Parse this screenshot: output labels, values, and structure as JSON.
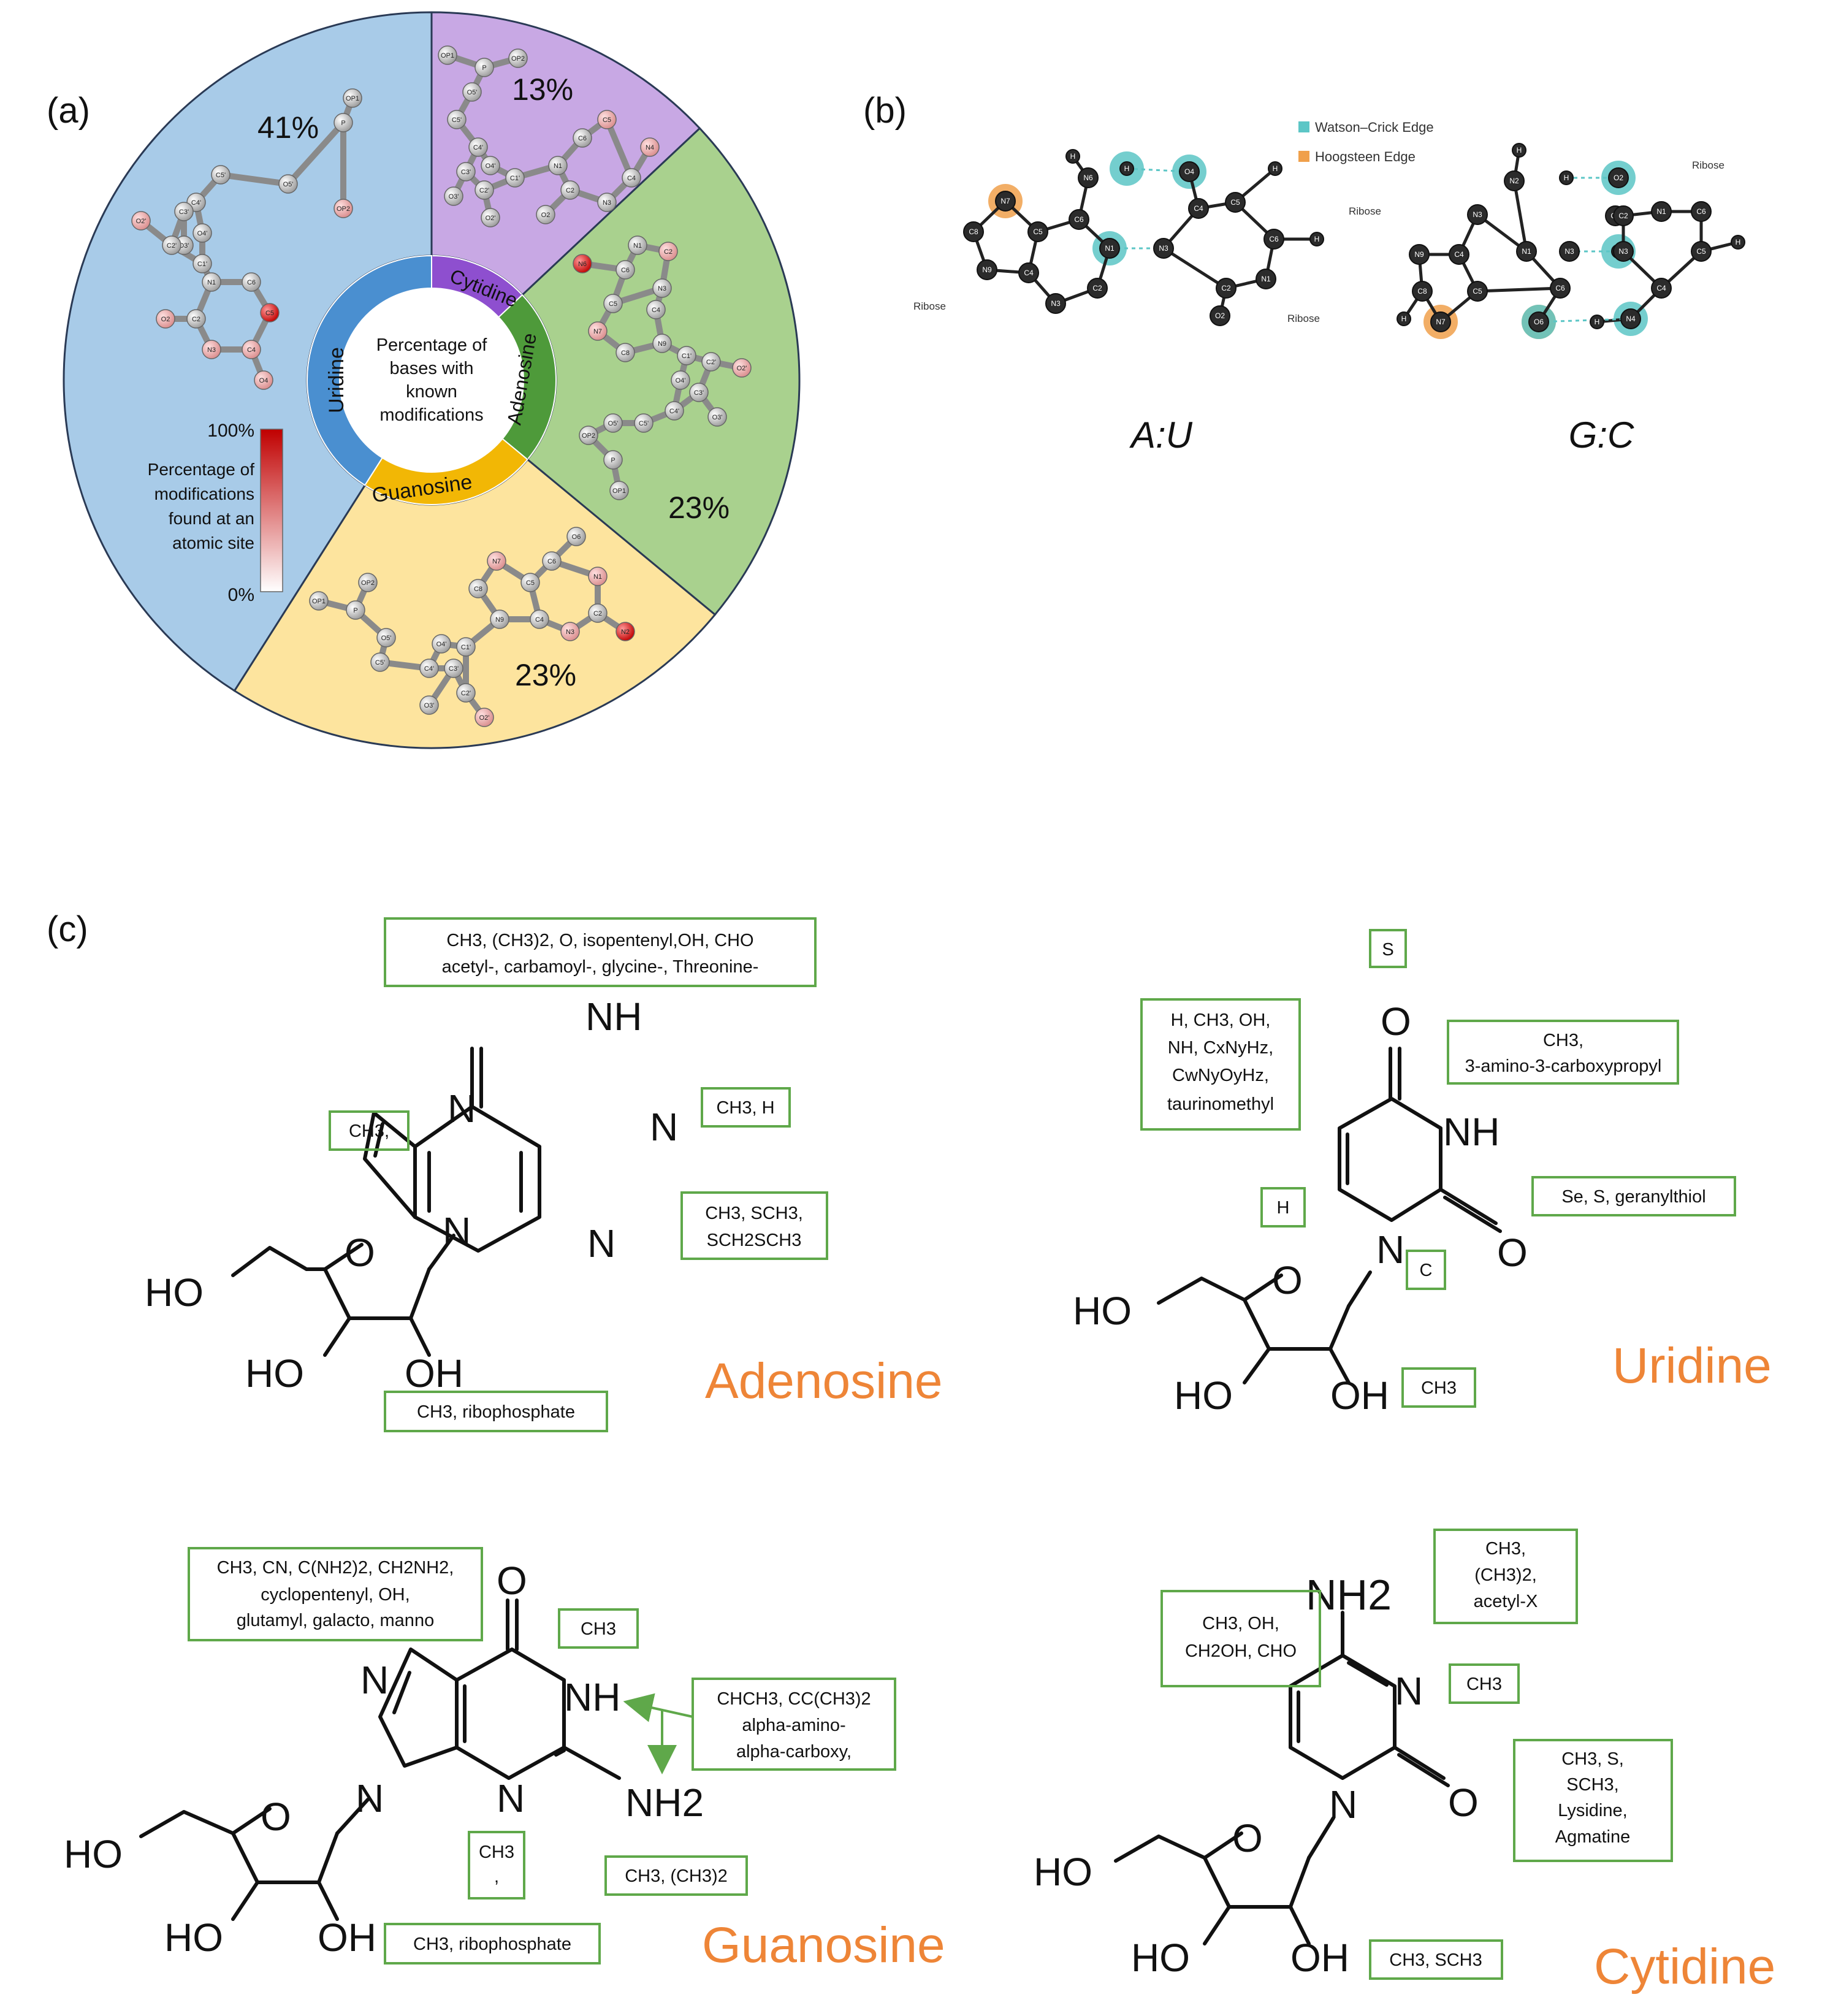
{
  "panel_labels": {
    "a": "(a)",
    "b": "(b)",
    "c": "(c)"
  },
  "panel_a": {
    "center_text": [
      "Percentage of",
      "bases with",
      "known",
      "modifications"
    ],
    "ring_labels": {
      "uridine": "Uridine",
      "cytidine": "Cytidine",
      "adenosine": "Adenosine",
      "guanosine": "Guanosine"
    },
    "segments": [
      {
        "name": "Uridine",
        "percent_label": "41%",
        "value": 41,
        "color": "#a8cbe8",
        "ring_color": "#4a8fd0"
      },
      {
        "name": "Cytidine",
        "percent_label": "13%",
        "value": 13,
        "color": "#c8a8e4",
        "ring_color": "#8e4fcf"
      },
      {
        "name": "Adenosine",
        "percent_label": "23%",
        "value": 23,
        "color": "#a9d18e",
        "ring_color": "#4e9a3a"
      },
      {
        "name": "Guanosine",
        "percent_label": "23%",
        "value": 23,
        "color": "#fde49e",
        "ring_color": "#f2b705"
      }
    ],
    "legend": {
      "top": "100%",
      "bottom": "0%",
      "caption": [
        "Percentage of",
        "modifications",
        "found at an",
        "atomic site"
      ],
      "color_high": "#c00000",
      "color_low": "#ffffff"
    },
    "atom_labels": {
      "uridine": [
        "O5'",
        "C5'",
        "C4'",
        "P",
        "OP1",
        "OP2",
        "O4'",
        "C3'",
        "O3'",
        "O2'",
        "C2'",
        "C1'",
        "N1",
        "C6",
        "C5",
        "O2",
        "C2",
        "N3",
        "C4",
        "O4"
      ],
      "cytidine": [
        "OP1",
        "P",
        "OP2",
        "O5'",
        "C5'",
        "C4'",
        "O4'",
        "C3'",
        "C2'",
        "C1'",
        "O3'",
        "O2'",
        "N1",
        "C6",
        "C5",
        "C2",
        "N3",
        "C4",
        "N4",
        "O2"
      ],
      "adenosine": [
        "N6",
        "C6",
        "N1",
        "C2",
        "C5",
        "N3",
        "N7",
        "C8",
        "N9",
        "C4",
        "C1'",
        "C2'",
        "O2'",
        "O4'",
        "C3'",
        "O3'",
        "C4'",
        "C5'",
        "O5'",
        "OP2",
        "P",
        "OP1"
      ],
      "guanosine": [
        "OP2",
        "P",
        "OP1",
        "O5'",
        "C5'",
        "C4'",
        "O4'",
        "C1'",
        "C3'",
        "C2'",
        "O3'",
        "O2'",
        "N9",
        "C8",
        "N7",
        "C5",
        "C6",
        "O6",
        "N1",
        "C2",
        "N2",
        "N3",
        "C4"
      ]
    }
  },
  "panel_b": {
    "legend": [
      {
        "label": "Watson–Crick Edge",
        "color": "#5cc6c6"
      },
      {
        "label": "Hoogsteen Edge",
        "color": "#f0a04b"
      }
    ],
    "pair_labels": [
      "A:U",
      "G:C"
    ],
    "ribose": "Ribose",
    "au_atoms": [
      "N7",
      "C8",
      "N9",
      "C4",
      "C5",
      "C6",
      "N6",
      "H",
      "N1",
      "C2",
      "N3",
      "H",
      "N3",
      "C4",
      "O4",
      "C5",
      "C6",
      "N1",
      "C2",
      "O2",
      "H",
      "H"
    ],
    "gc_atoms": [
      "N2",
      "H",
      "O2",
      "C2",
      "N1",
      "C6",
      "N3",
      "C4",
      "C5",
      "H",
      "N3",
      "H",
      "N1",
      "C2",
      "N3",
      "C4",
      "C5",
      "C6",
      "O6",
      "N7",
      "C8",
      "N9",
      "N4",
      "H",
      "H",
      "H"
    ]
  },
  "panel_c": {
    "adenosine": {
      "title": "Adenosine",
      "atoms": {
        "nh": "NH",
        "n7": "N",
        "n1": "N",
        "n3": "N",
        "n9": "N",
        "o": "O",
        "ho5": "HO",
        "ho3": "HO",
        "oh2": "OH"
      },
      "boxes": {
        "top_line1": "CH3, (CH3)2, O, isopentenyl,OH, CHO",
        "top_line2": "acetyl-, carbamoyl-, glycine-, Threonine-",
        "n1": "CH3, H",
        "c8": "CH3,",
        "c2_line1": "CH3, SCH3,",
        "c2_line2": "SCH2SCH3",
        "ribose": "CH3, ribophosphate"
      }
    },
    "uridine": {
      "title": "Uridine",
      "atoms": {
        "o4": "O",
        "nh": "NH",
        "o2": "O",
        "n1": "N",
        "o": "O",
        "ho5": "HO",
        "ho3": "HO",
        "oh2": "OH"
      },
      "boxes": {
        "s": "S",
        "c5_line1": "H, CH3, OH,",
        "c5_line2": "NH, CxNyHz,",
        "c5_line3": "CwNyOyHz,",
        "c5_line4": "taurinomethyl",
        "n3_line1": "CH3,",
        "n3_line2": "3-amino-3-carboxypropyl",
        "c2": "Se, S, geranylthiol",
        "h": "H",
        "c": "C",
        "ch3": "CH3"
      }
    },
    "guanosine": {
      "title": "Guanosine",
      "atoms": {
        "o6": "O",
        "n7": "N",
        "nh": "NH",
        "n9": "N",
        "n3": "N",
        "nh2": "NH2",
        "o": "O",
        "ho5": "HO",
        "ho3": "HO",
        "oh2": "OH"
      },
      "boxes": {
        "c8_line1": "CH3, CN, C(NH2)2, CH2NH2,",
        "c8_line2": "cyclopentenyl, OH,",
        "c8_line3": "glutamyl, galacto, manno",
        "n1": "CH3",
        "n1n2_line1": "CHCH3, CC(CH3)2",
        "n1n2_line2": "alpha-amino-",
        "n1n2_line3": "alpha-carboxy,",
        "n3_line1": "CH3",
        "n3_line2": ",",
        "n2": "CH3, (CH3)2",
        "ribose": "CH3, ribophosphate"
      }
    },
    "cytidine": {
      "title": "Cytidine",
      "atoms": {
        "nh2": "NH2",
        "n3": "N",
        "n1": "N",
        "o2": "O",
        "o": "O",
        "ho5": "HO",
        "ho3": "HO",
        "oh2": "OH"
      },
      "boxes": {
        "n4_line1": "CH3,",
        "n4_line2": "(CH3)2,",
        "n4_line3": "acetyl-X",
        "c5_line1": "CH3, OH,",
        "c5_line2": "CH2OH, CHO",
        "n3": "CH3",
        "c2_line1": "CH3, S,",
        "c2_line2": "SCH3,",
        "c2_line3": "Lysidine,",
        "c2_line4": "Agmatine",
        "ribose": "CH3, SCH3"
      }
    }
  }
}
